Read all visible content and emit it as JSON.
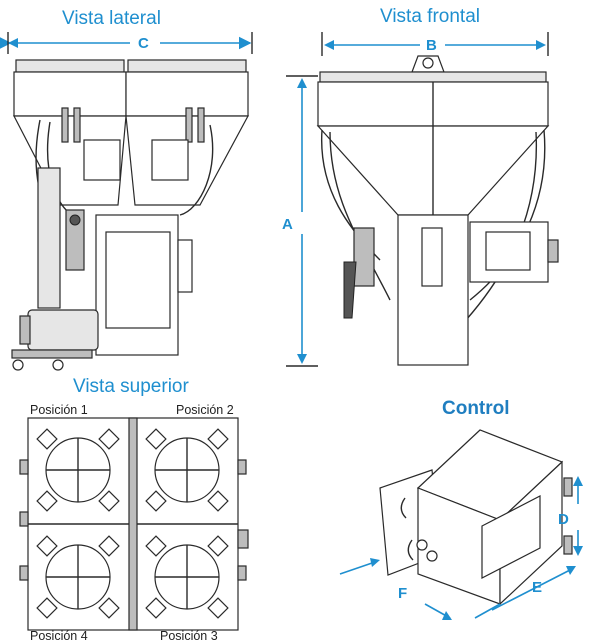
{
  "titles": {
    "side_view": "Vista lateral",
    "front_view": "Vista frontal",
    "top_view": "Vista superior",
    "control": "Control"
  },
  "dimensions": {
    "a": "A",
    "b": "B",
    "c": "C",
    "d": "D",
    "e": "E",
    "f": "F"
  },
  "positions": {
    "p1": "Posición 1",
    "p2": "Posición 2",
    "p3": "Posición 3",
    "p4": "Posición 4"
  },
  "colors": {
    "accent": "#1f8fcf",
    "line": "#2a2a2a"
  }
}
